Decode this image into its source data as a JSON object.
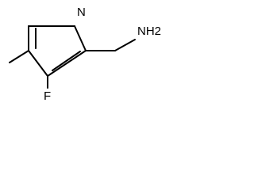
{
  "molecule": {
    "atom_labels": {
      "nitrogen_ring": "N",
      "fluorine": "F",
      "amine": "NH2"
    }
  },
  "colors": {
    "bond": "#000000",
    "text": "#000000",
    "background": "#ffffff"
  }
}
